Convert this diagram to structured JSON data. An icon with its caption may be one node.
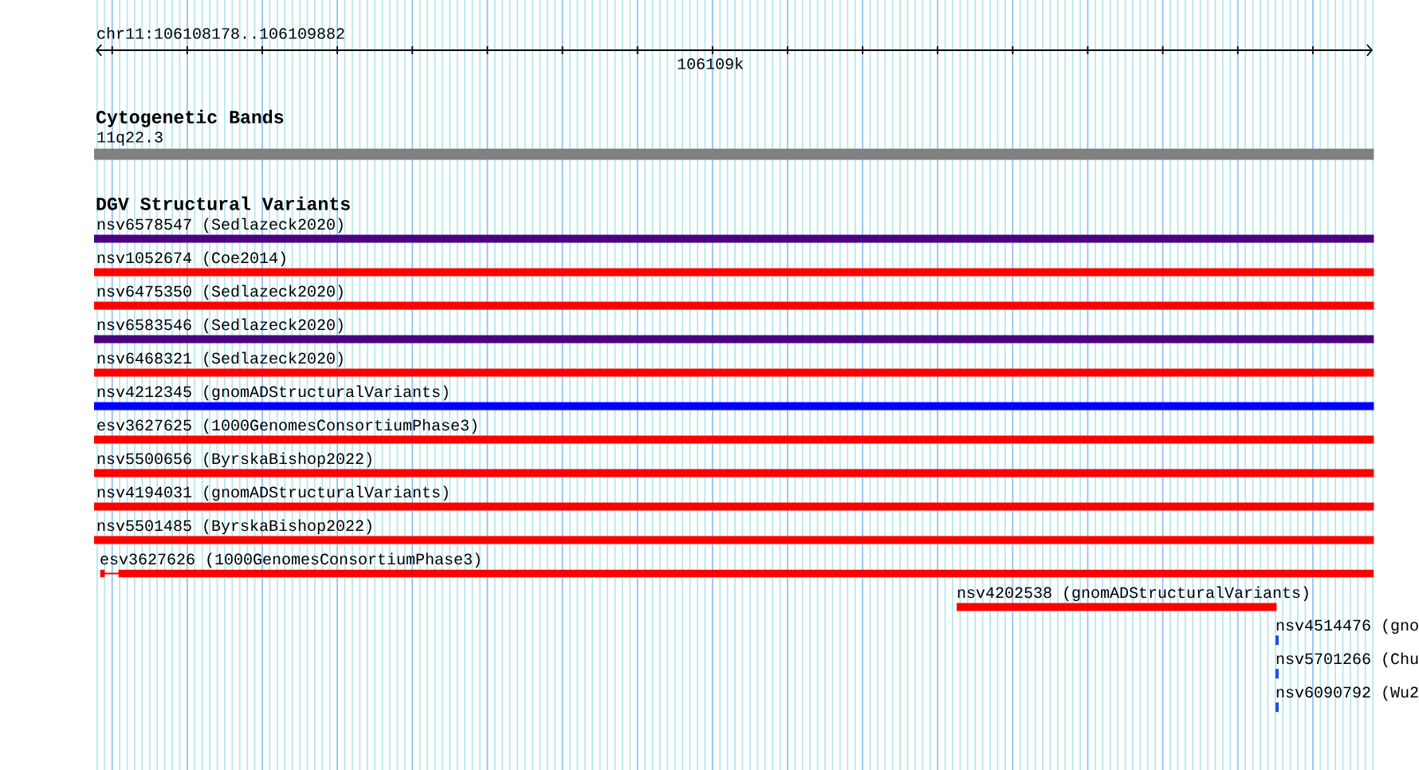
{
  "diagram": {
    "nodes": [
      {
        "text": [
          "11q22.3"
        ]
      },
      {
        "text": [
          "nsv6578547 (Sedlazeck2020)"
        ]
      },
      {
        "text": [
          "nsv1052674 (Coe2014)"
        ]
      },
      {
        "text": [
          "nsv6475350 (Sedlazeck2020)"
        ]
      },
      {
        "text": [
          "nsv6583546 (Sedlazeck2020)"
        ]
      },
      {
        "text": [
          "nsv6468321 (Sedlazeck2020)"
        ]
      },
      {
        "text": [
          "nsv4212345 (gnomADStructuralVariants)"
        ]
      },
      {
        "text": [
          "esv3627625 (1000GenomesConsortiumPhase3)"
        ]
      },
      {
        "text": [
          "nsv5500656 (ByrskaBishop2022)"
        ]
      },
      {
        "text": [
          "nsv4194031 (gnomADStructuralVariants)"
        ]
      },
      {
        "text": [
          "nsv5501485 (ByrskaBishop2022)"
        ]
      },
      {
        "text": [
          "esv3627626 (1000GenomesConsortiumPhase3)"
        ]
      },
      {
        "text": [
          "nsv4202538 (gnomADStructuralVariants)"
        ]
      },
      {
        "text": [
          "nsv4514476 (gno"
        ]
      },
      {
        "text": [
          "nsv5701266 (Chu"
        ]
      },
      {
        "text": [
          "nsv6090792 (Wu2"
        ]
      }
    ],
    "labels": [
      "chr11:106108178..106109882",
      "106109k",
      "Cytogenetic Bands",
      "DGV Structural Variants"
    ]
  }
}
